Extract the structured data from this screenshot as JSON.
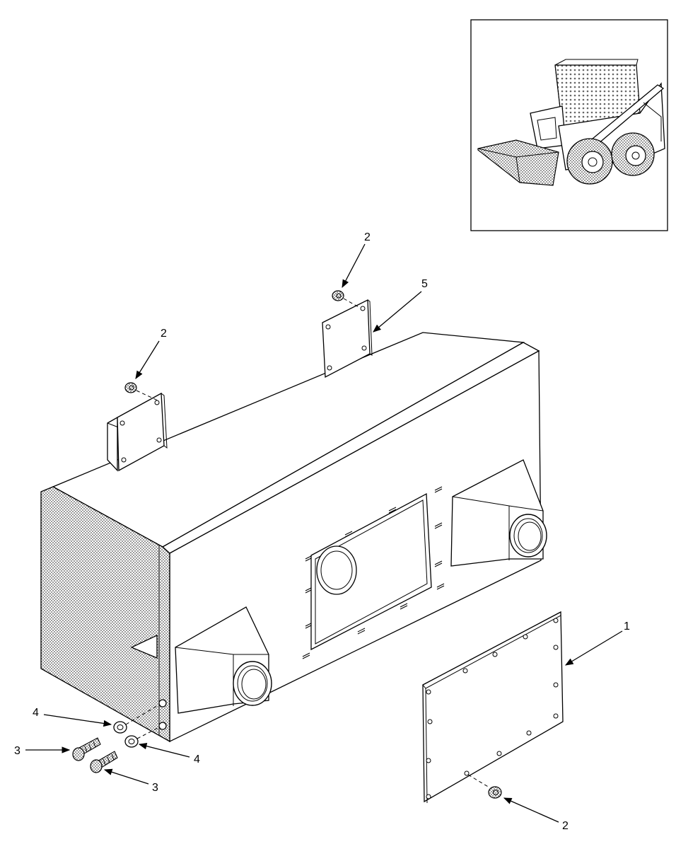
{
  "callouts": {
    "c_top_left_2": "2",
    "c_top_mid_2": "2",
    "c_top_mid_5": "5",
    "c_right_1": "1",
    "c_left_4a": "4",
    "c_left_3a": "3",
    "c_left_4b": "4",
    "c_left_3b": "3",
    "c_bottom_right_2": "2"
  }
}
